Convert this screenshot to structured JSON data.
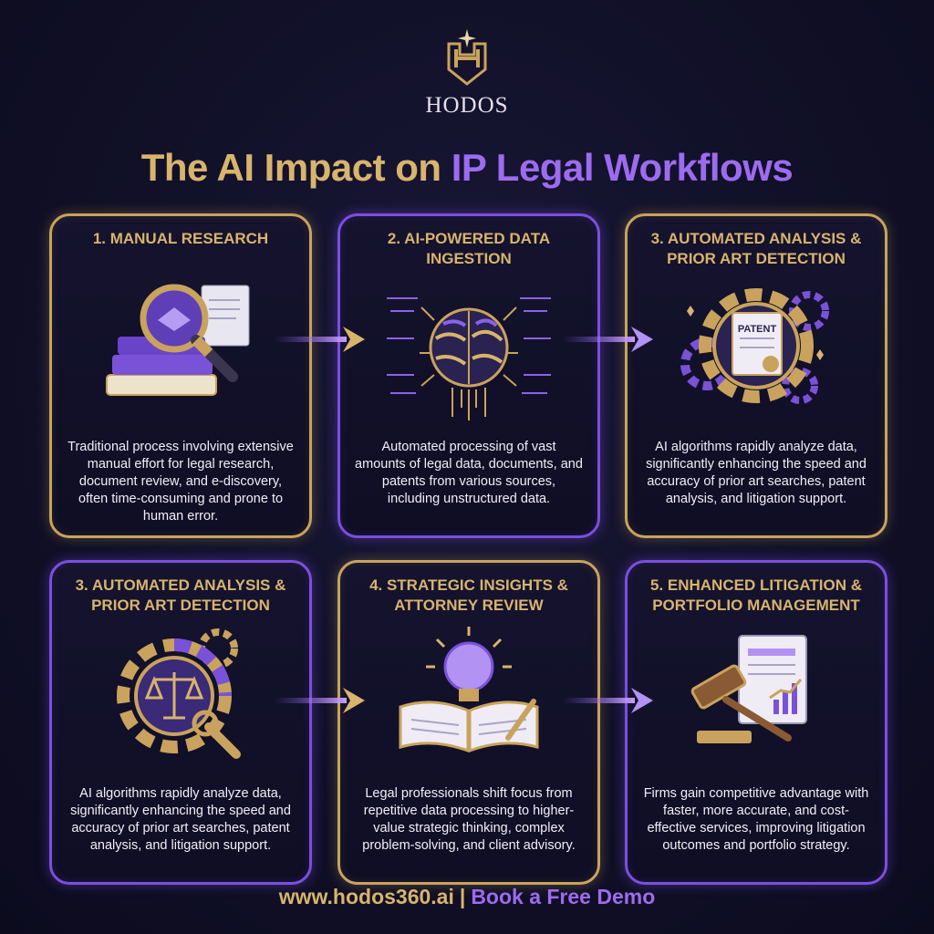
{
  "brand": {
    "name": "HODOS"
  },
  "title": {
    "part1": "The AI Impact on ",
    "part2": "IP Legal Workflows"
  },
  "cards": [
    {
      "title": "1. MANUAL RESEARCH",
      "icon": "magnifier-books-icon",
      "desc": "Traditional process involving extensive manual effort for legal research, document review, and e-discovery, often time-consuming and prone to human error."
    },
    {
      "title": "2. AI-POWERED DATA INGESTION",
      "icon": "brain-circuit-icon",
      "desc": "Automated processing of vast amounts of legal data, documents, and patents from various sources, including unstructured data."
    },
    {
      "title": "3. AUTOMATED ANALYSIS & PRIOR ART DETECTION",
      "icon": "patent-gear-icon",
      "badge": "PATENT",
      "desc": "AI algorithms rapidly analyze data, significantly enhancing the speed and accuracy of prior art searches, patent analysis, and litigation support."
    },
    {
      "title": "3. AUTOMATED ANALYSIS & PRIOR ART DETECTION",
      "icon": "scales-gear-icon",
      "desc": "AI algorithms rapidly analyze data, significantly enhancing the speed and accuracy of prior art searches, patent analysis, and litigation support."
    },
    {
      "title": "4. STRATEGIC INSIGHTS & ATTORNEY REVIEW",
      "icon": "lightbulb-book-icon",
      "desc": "Legal professionals shift focus from repetitive data processing to higher-value strategic thinking, complex problem-solving, and client advisory."
    },
    {
      "title": "5. ENHANCED LITIGATION & PORTFOLIO MANAGEMENT",
      "icon": "gavel-chart-icon",
      "desc": "Firms gain competitive advantage with faster, more accurate, and cost-effective services, improving litigation outcomes and portfolio strategy."
    }
  ],
  "footer": {
    "url": "www.hodos360.ai",
    "separator": "|",
    "cta": "Book a Free Demo"
  },
  "colors": {
    "gold": "#d8b46c",
    "purple": "#9d6bf0",
    "background": "#111028"
  }
}
